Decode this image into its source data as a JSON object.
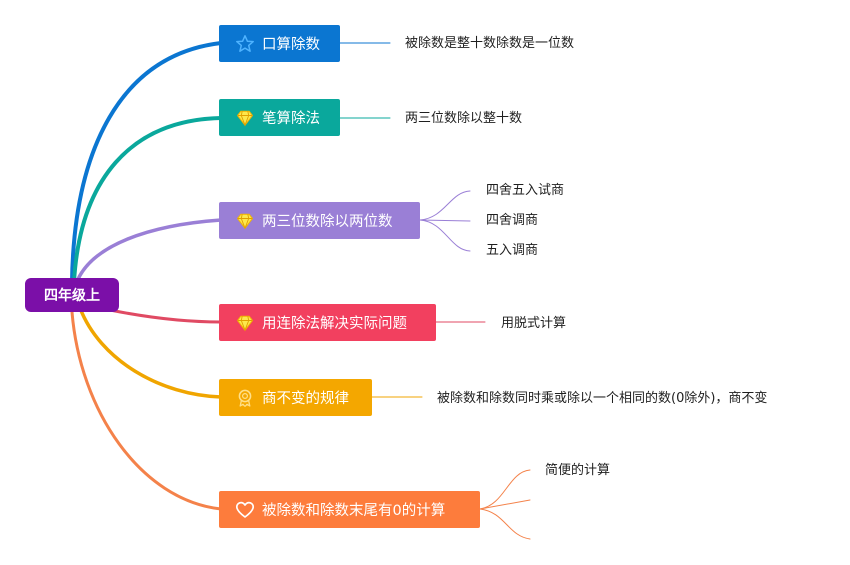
{
  "root": {
    "label": "四年级上",
    "color": "#7b0fa8"
  },
  "branches": [
    {
      "label": "口算除数",
      "color": "#0b76d1",
      "line_color": "#0b76d1",
      "icon": "star-icon",
      "subs": [
        {
          "label": "被除数是整十数除数是一位数"
        }
      ]
    },
    {
      "label": "笔算除法",
      "color": "#0aa89c",
      "line_color": "#0aa89c",
      "icon": "diamond-icon",
      "subs": [
        {
          "label": "两三位数除以整十数"
        }
      ]
    },
    {
      "label": "两三位数除以两位数",
      "color": "#9a7fd6",
      "line_color": "#9a7fd6",
      "icon": "diamond-icon",
      "subs": [
        {
          "label": "四舍五入试商"
        },
        {
          "label": "四舍调商"
        },
        {
          "label": "五入调商"
        }
      ]
    },
    {
      "label": "用连除法解决实际问题",
      "color": "#f2405f",
      "line_color": "#e04a63",
      "icon": "diamond-icon",
      "subs": [
        {
          "label": "用脱式计算"
        }
      ]
    },
    {
      "label": "商不变的规律",
      "color": "#f4a700",
      "line_color": "#f0a500",
      "icon": "medal-icon",
      "subs": [
        {
          "label": "被除数和除数同时乘或除以一个相同的数(0除外)，商不变"
        }
      ]
    },
    {
      "label": "被除数和除数末尾有0的计算",
      "color": "#fd7c3c",
      "line_color": "#f4824a",
      "icon": "heart-icon",
      "subs": [
        {
          "label": "简便的计算"
        },
        {
          "label": ""
        },
        {
          "label": ""
        }
      ]
    }
  ]
}
